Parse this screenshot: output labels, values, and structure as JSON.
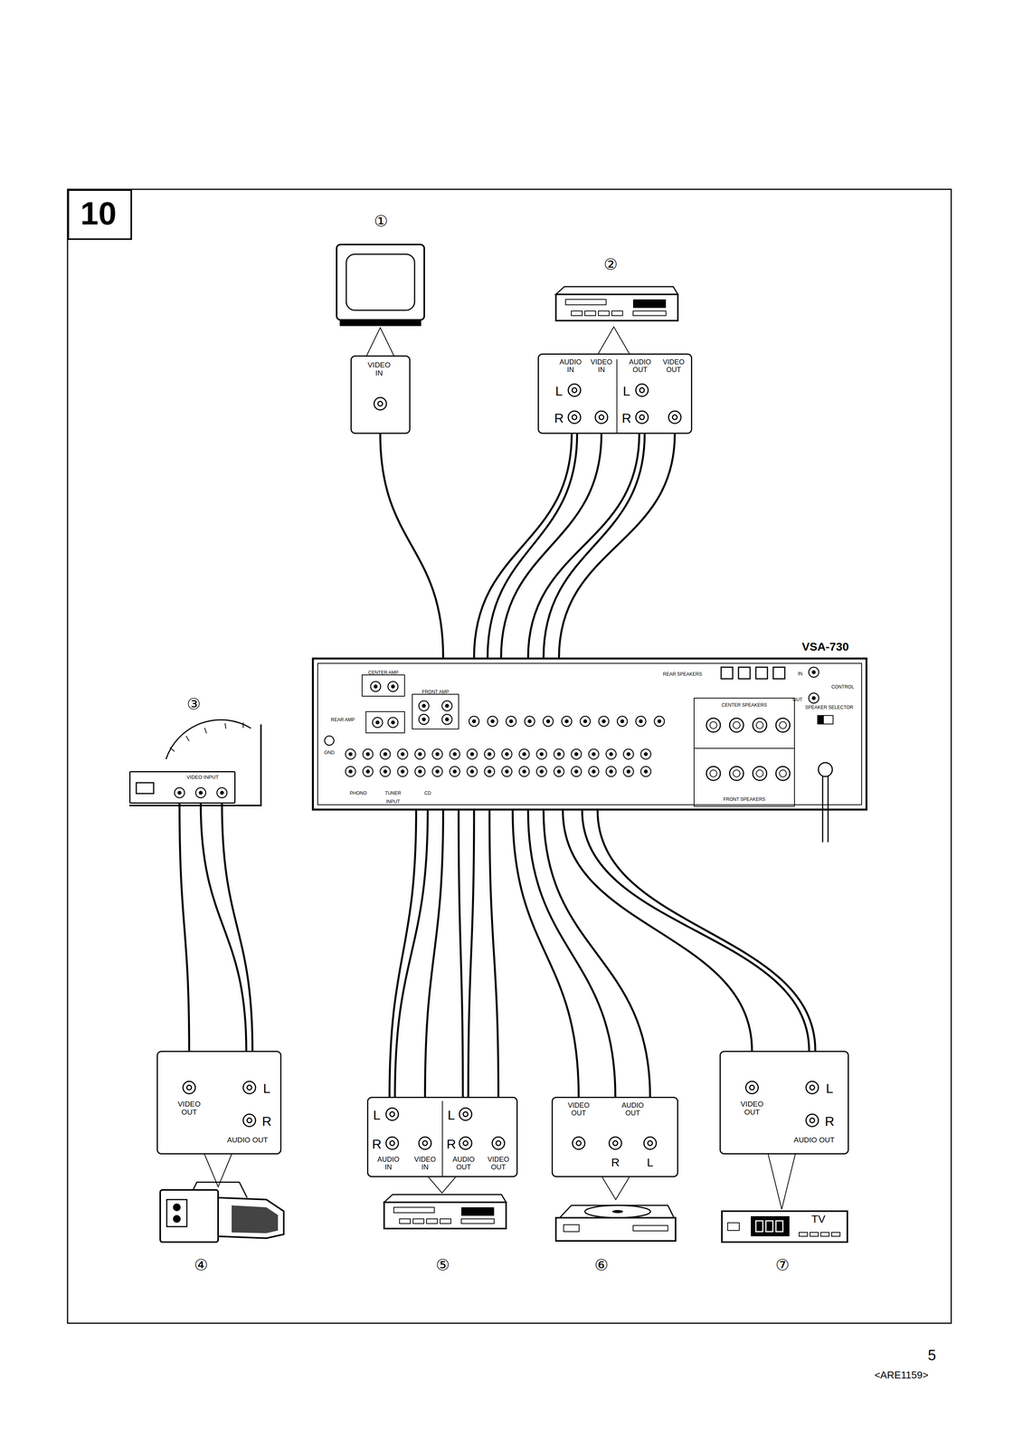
{
  "diagram": {
    "nodes": [
      {
        "text": [
          "10"
        ]
      },
      {
        "text": [
          "VIDEO IN"
        ]
      },
      {
        "text": [
          "AUDIO IN",
          "VIDEO IN",
          "AUDIO OUT",
          "VIDEO OUT",
          "L",
          "R",
          "L",
          "R"
        ]
      },
      {
        "text": [
          "VSA-730",
          "CENTER AMP",
          "FRONT AMP",
          "REAR AMP",
          "GND",
          "PHONO",
          "TUNER",
          "CD",
          "INPUT",
          "REAR SPEAKERS",
          "CENTER SPEAKERS",
          "FRONT SPEAKERS",
          "SPEAKER SELECTOR",
          "CONTROL",
          "IN",
          "OUT"
        ]
      },
      {
        "text": [
          "VIDEO INPUT"
        ]
      },
      {
        "text": [
          "VIDEO OUT",
          "L",
          "R",
          "AUDIO OUT"
        ]
      },
      {
        "text": [
          "L",
          "R",
          "AUDIO IN",
          "VIDEO IN",
          "L",
          "R",
          "AUDIO OUT",
          "VIDEO OUT"
        ]
      },
      {
        "text": [
          "VIDEO OUT",
          "AUDIO OUT",
          "R",
          "L"
        ]
      },
      {
        "text": [
          "VIDEO OUT",
          "L",
          "R",
          "AUDIO OUT"
        ]
      }
    ],
    "edges": [
      {
        "from": 3,
        "to": 1,
        "arrow": "none"
      },
      {
        "from": 3,
        "to": 2,
        "arrow": "none"
      },
      {
        "from": 3,
        "to": 2,
        "arrow": "none"
      },
      {
        "from": 3,
        "to": 2,
        "arrow": "none"
      },
      {
        "from": 2,
        "to": 3,
        "arrow": "none"
      },
      {
        "from": 2,
        "to": 3,
        "arrow": "none"
      },
      {
        "from": 2,
        "to": 3,
        "arrow": "none"
      },
      {
        "from": 5,
        "to": 4,
        "arrow": "none"
      },
      {
        "from": 5,
        "to": 4,
        "arrow": "none"
      },
      {
        "from": 5,
        "to": 4,
        "arrow": "none"
      },
      {
        "from": 3,
        "to": 6,
        "arrow": "none"
      },
      {
        "from": 3,
        "to": 6,
        "arrow": "none"
      },
      {
        "from": 3,
        "to": 6,
        "arrow": "none"
      },
      {
        "from": 6,
        "to": 3,
        "arrow": "none"
      },
      {
        "from": 6,
        "to": 3,
        "arrow": "none"
      },
      {
        "from": 6,
        "to": 3,
        "arrow": "none"
      },
      {
        "from": 7,
        "to": 3,
        "arrow": "none"
      },
      {
        "from": 7,
        "to": 3,
        "arrow": "none"
      },
      {
        "from": 7,
        "to": 3,
        "arrow": "none"
      },
      {
        "from": 8,
        "to": 3,
        "arrow": "none"
      },
      {
        "from": 8,
        "to": 3,
        "arrow": "none"
      },
      {
        "from": 8,
        "to": 3,
        "arrow": "none"
      }
    ],
    "labels": [
      "①",
      "②",
      "③",
      "④",
      "⑤",
      "⑥",
      "⑦",
      "TV",
      "5",
      "<ARE1159>"
    ]
  }
}
